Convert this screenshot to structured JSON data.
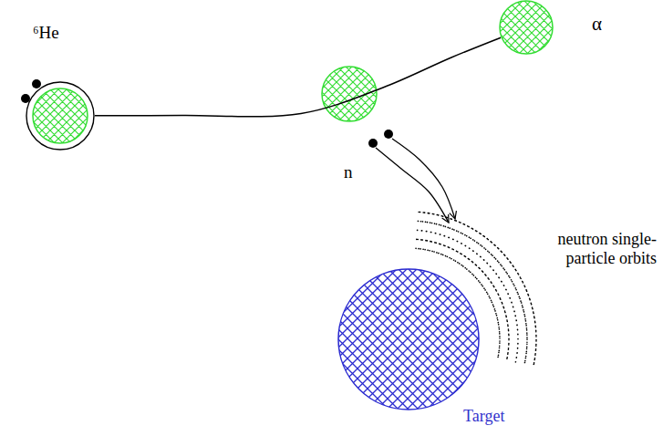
{
  "diagram": {
    "nodes": [
      {
        "text": [
          "⁶He"
        ]
      },
      {
        "text": [
          "α"
        ]
      },
      {
        "text": [
          "Target"
        ]
      }
    ],
    "edges": [
      {
        "from": 0,
        "to": 1,
        "arrow": "none"
      }
    ],
    "labels": [
      "n",
      "neutron single-particle orbits"
    ]
  }
}
